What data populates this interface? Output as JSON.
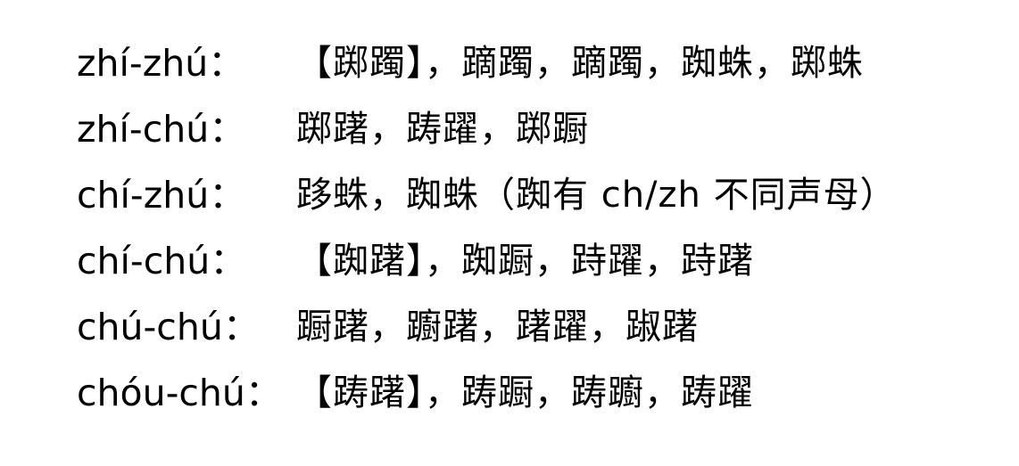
{
  "rows": [
    {
      "pinyin": "zhí-zhú：",
      "chars": "【踯躅】，蹢躅，蹢躅，踟蛛，踯蛛"
    },
    {
      "pinyin": "zhí-chú：",
      "chars": "踯躇，踌躍，踯蹰"
    },
    {
      "pinyin": "chí-zhú：",
      "chars": "跢蛛，踟蛛（踟有 ch/zh 不同声母）"
    },
    {
      "pinyin": "chí-chú：",
      "chars": "【踟躇】，踟蹰，跱躍，跱躇"
    },
    {
      "pinyin": "chú-chú：",
      "chars": "蹰躇，躕躇，躇躍，踧躇"
    },
    {
      "pinyin": "chóu-chú：",
      "chars": "【踌躇】，踌蹰，踌躕，踌躍"
    }
  ]
}
